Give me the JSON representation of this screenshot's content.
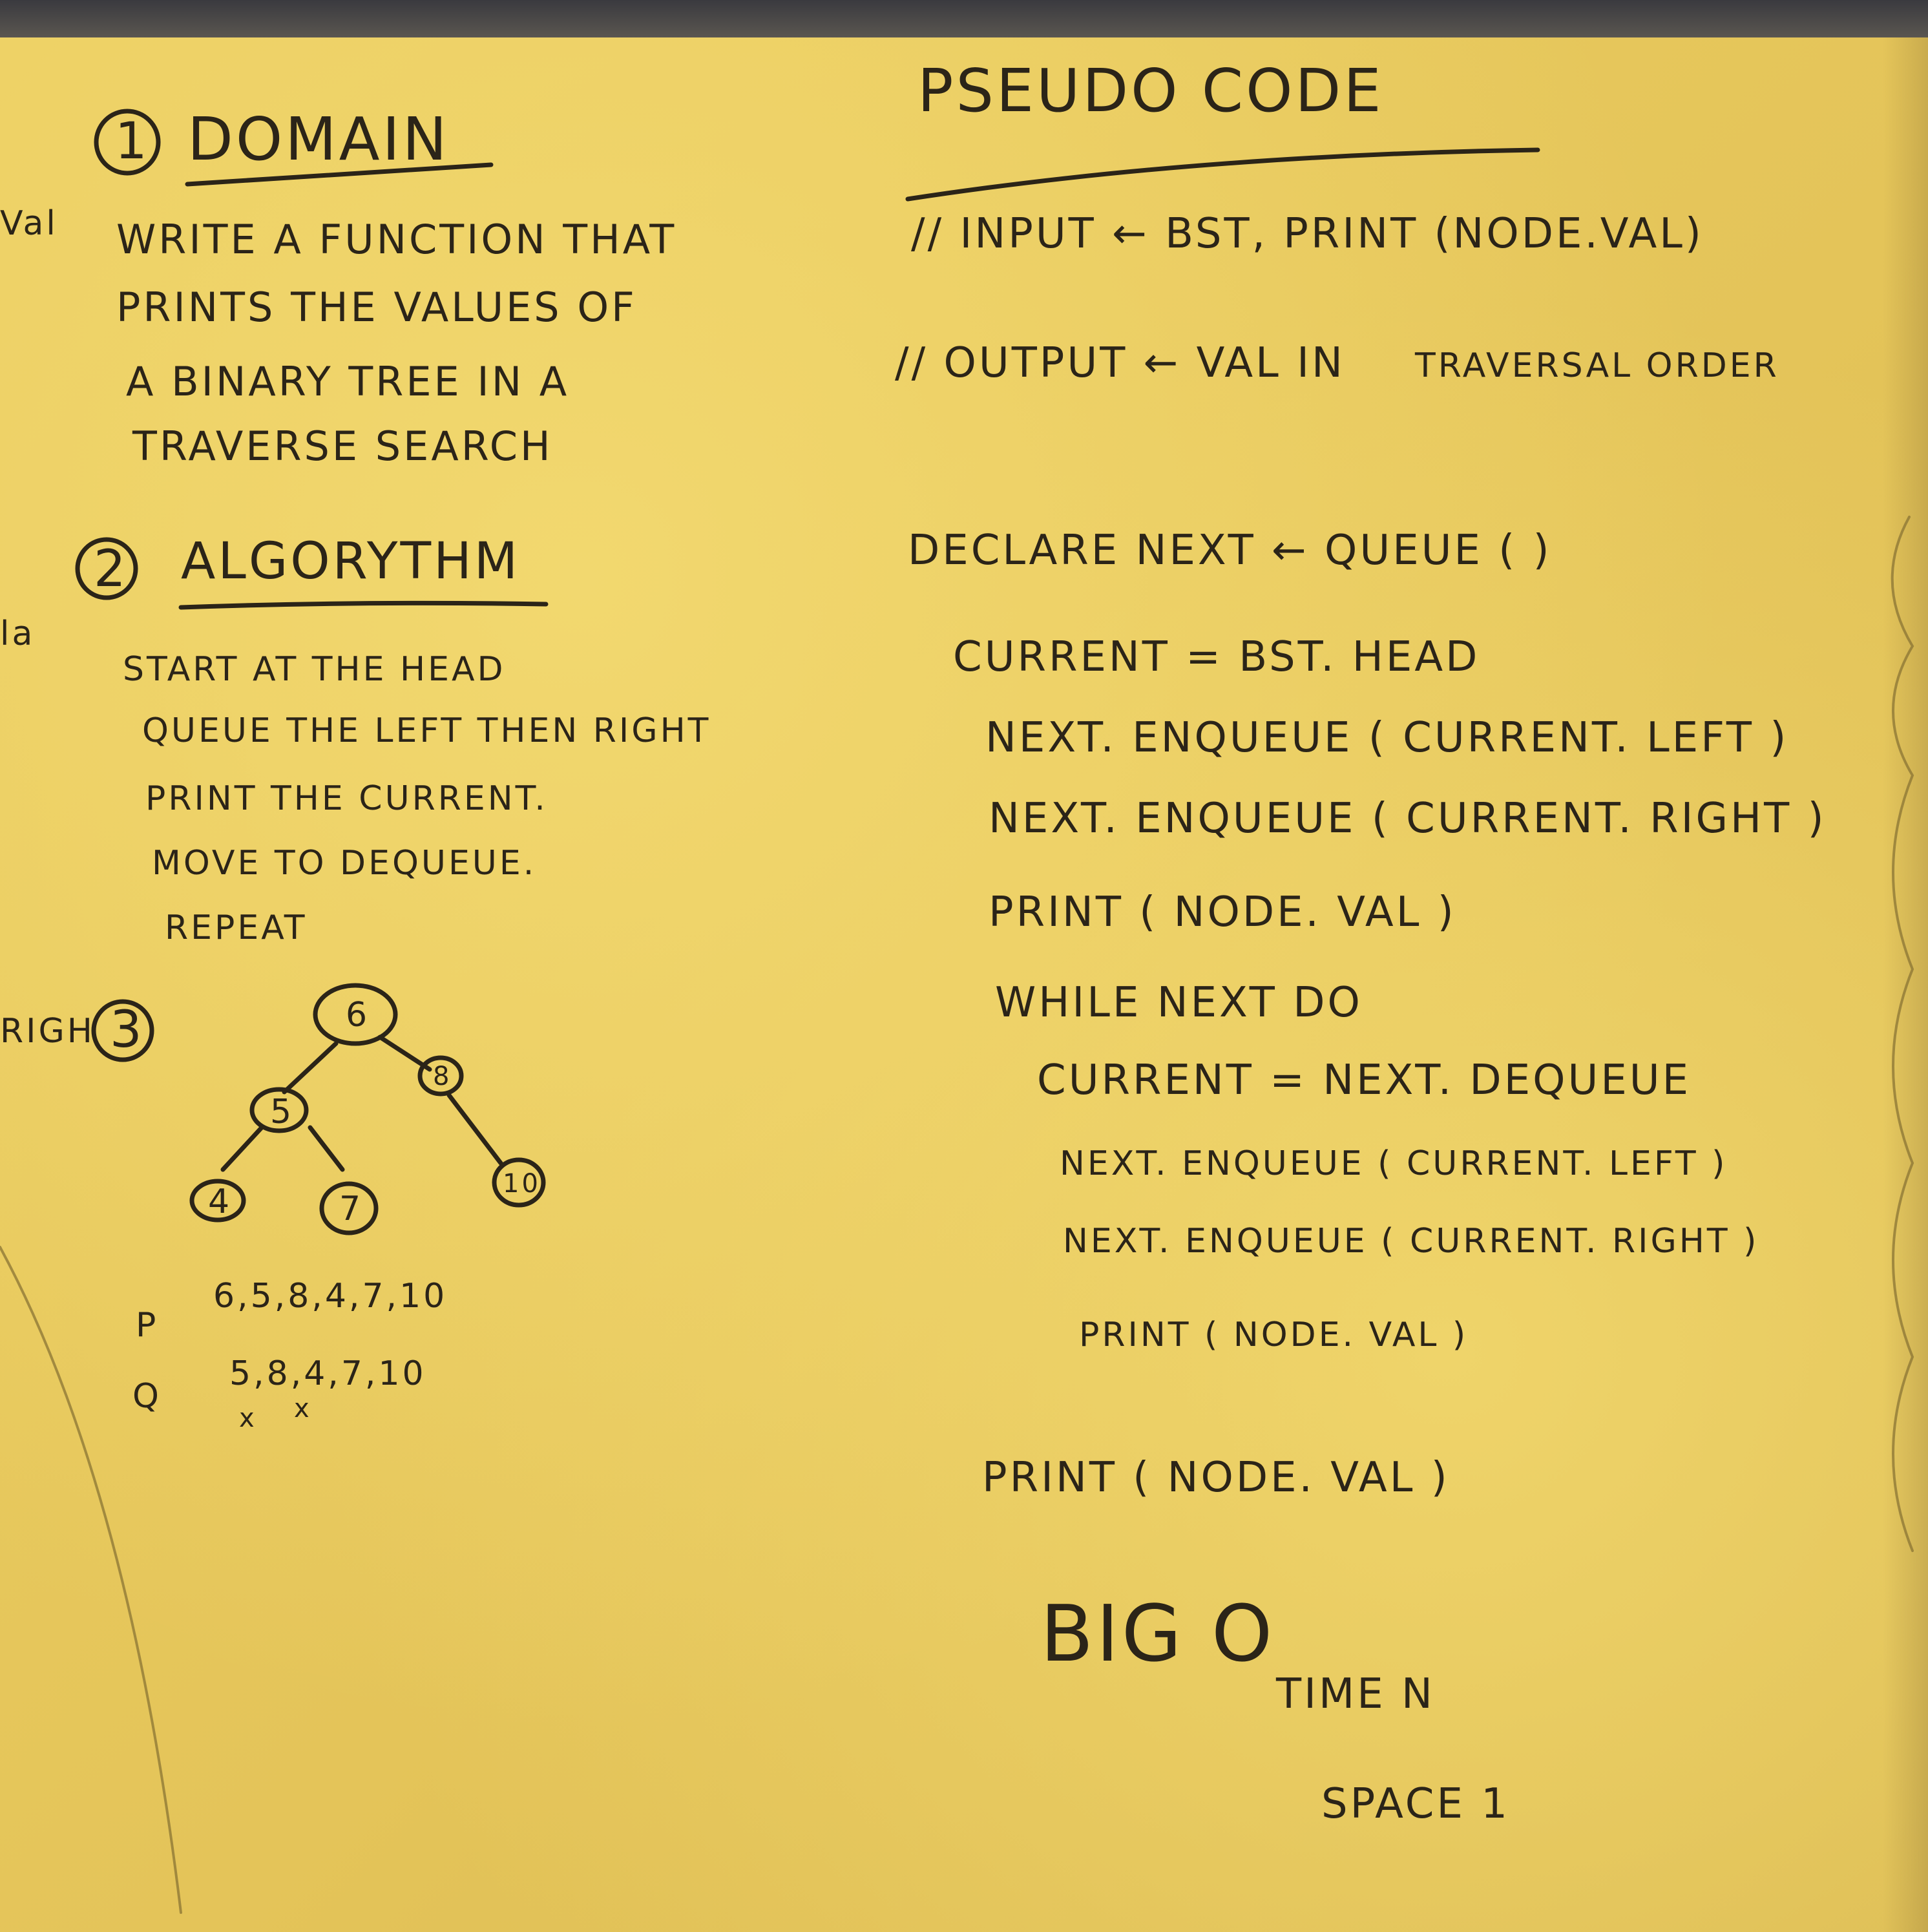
{
  "domain_section": {
    "number": "1",
    "heading": "DOMAIN",
    "lines": [
      "WRITE A FUNCTION THAT",
      "PRINTS THE VALUES OF",
      "A BINARY TREE IN A",
      "TRAVERSE SEARCH"
    ]
  },
  "algorithm_section": {
    "number": "2",
    "heading": "ALGORYTHM",
    "steps": [
      "START AT THE HEAD",
      "QUEUE THE LEFT THEN RIGHT",
      "PRINT THE CURRENT.",
      "MOVE TO DEQUEUE.",
      "REPEAT"
    ]
  },
  "example_section": {
    "number": "3",
    "tree_nodes": [
      "6",
      "5",
      "8",
      "4",
      "7",
      "10"
    ],
    "p_label": "P",
    "p_values": "6,5,8,4,7,10",
    "q_label": "Q",
    "q_values": "5,8,4,7,10",
    "cross_marks": [
      "x",
      "x"
    ]
  },
  "pseudo_code": {
    "heading": "PSEUDO CODE",
    "input_line": "// INPUT ← BST, PRINT (NODE.VAL)",
    "output_line": "// OUTPUT ← VAL IN",
    "output_line_2": "TRAVERSAL ORDER",
    "declare": "DECLARE NEXT ← QUEUE ( )",
    "current": "CURRENT = BST. HEAD",
    "enqueue_left": "NEXT. ENQUEUE ( CURRENT. LEFT )",
    "enqueue_right": "NEXT. ENQUEUE ( CURRENT. RIGHT )",
    "print1": "PRINT ( NODE. VAL )",
    "while": "WHILE NEXT DO",
    "loop_current": "CURRENT = NEXT. DEQUEUE",
    "loop_enqueue_left": "NEXT. ENQUEUE ( CURRENT. LEFT )",
    "loop_enqueue_right": "NEXT. ENQUEUE ( CURRENT. RIGHT )",
    "loop_print": "PRINT ( NODE. VAL )",
    "final_print": "PRINT ( NODE. VAL )"
  },
  "big_o": {
    "heading": "BIG O",
    "time": "TIME N",
    "space": "SPACE 1"
  },
  "edge_fragments": [
    "Val",
    "la",
    "RIGH"
  ]
}
